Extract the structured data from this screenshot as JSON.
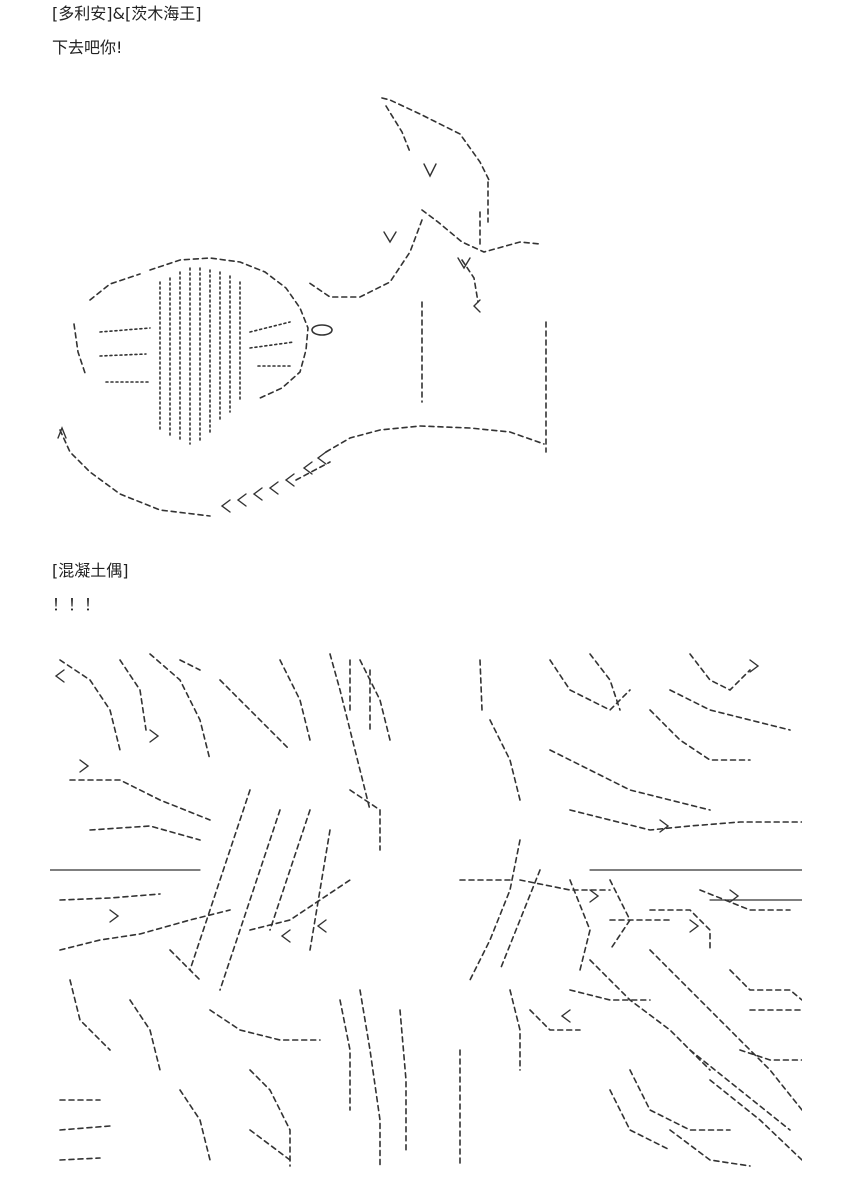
{
  "post1": {
    "speaker": "[多利安]&[茨木海王]",
    "dialogue": "下去吧你!"
  },
  "post2": {
    "speaker": "[混凝土偶]",
    "dialogue": "！！！"
  },
  "ascii_art_1": {
    "icon": "kick-scene-ascii-art-icon"
  },
  "ascii_art_2": {
    "icon": "impact-scene-ascii-art-icon"
  }
}
